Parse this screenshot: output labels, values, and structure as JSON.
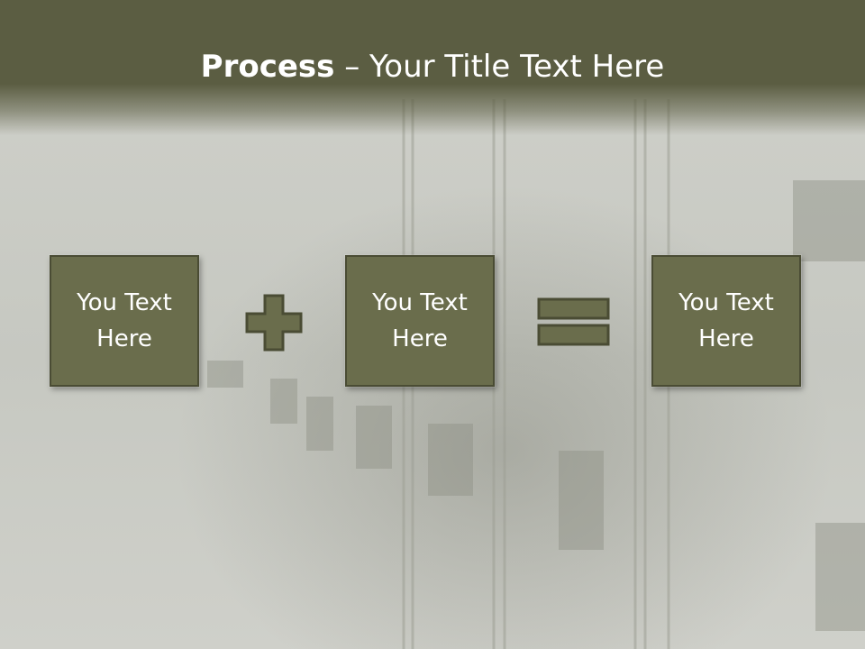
{
  "slide": {
    "title_bold": "Process",
    "title_dash": " – ",
    "title_rest": "Your Title Text Here"
  },
  "boxes": [
    {
      "text": "You Text\nHere"
    },
    {
      "text": "You Text\nHere"
    },
    {
      "text": "You Text\nHere"
    }
  ],
  "operators": {
    "first": "plus-icon",
    "second": "equals-icon"
  },
  "colors": {
    "title_bar": "#5b5d42",
    "box_fill": "#6a6d4c",
    "box_border": "#4a4c34",
    "text": "#ffffff",
    "background": "#c9cbc4"
  }
}
